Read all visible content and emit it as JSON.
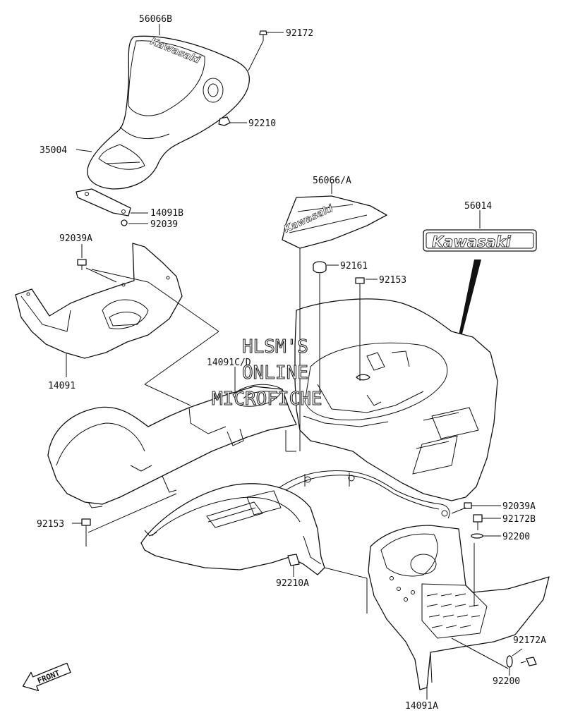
{
  "labels": {
    "p56066B": "56066B",
    "p92172": "92172",
    "p92210": "92210",
    "p35004": "35004",
    "p14091B": "14091B",
    "p92039": "92039",
    "p56066A": "56066/A",
    "p56014": "56014",
    "p92039A_top": "92039A",
    "p92161": "92161",
    "p92153_top": "92153",
    "p14091": "14091",
    "p14091CD": "14091C/D",
    "p92153_left": "92153",
    "p92039A_right": "92039A",
    "p92172B": "92172B",
    "p92200_right": "92200",
    "p92210A": "92210A",
    "p92172A": "92172A",
    "p92200_bottom": "92200",
    "p14091A": "14091A"
  },
  "decals": {
    "fender_decal": "Kawasaki",
    "stripe_decal": "Kawasaki",
    "emblem": "Kawasaki"
  },
  "watermark": {
    "line1": "HLSM'S",
    "line2": "ONLINE",
    "line3": "MICROFICHE"
  },
  "front_marker": "FRONT"
}
